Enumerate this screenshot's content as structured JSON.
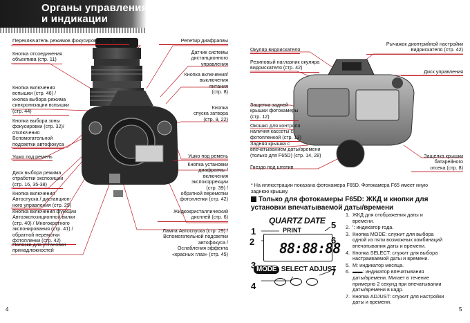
{
  "header": {
    "title": "Органы управления\nи индикации"
  },
  "left_labels": [
    "Переключатель режимов фокусировки (стр. 30-31)",
    "Кнопка отсоединения\nобъектива (стр. 11)",
    "Кнопка включения\nвспышки (стр. 46) /\nкнопка выбора режима\nсинхронизации вспышки\n(стр. 44)",
    "Кнопка выбора зоны\nфокусировки (стр. 32)/\nотключения\nВспомогательной\nподсветки автофокуса",
    "Ушко под ремень",
    "Диск выбора режима\nотработки экспозиции\n(стр. 16, 35-38)",
    "Кнопка включения\nАвтоспуска / дистанцион-\nного управления (стр. 29)",
    "Кнопка включения функции\nАвтоэкспозиционной вилки\n(стр. 40) / Многократного\nэкспонирования (стр. 41) /\nобратной перемотки\nфотопленки (стр. 42)",
    "Полозки для установки\nпринадлежностей"
  ],
  "middle_labels": [
    "Репетир диафрагмы",
    "Датчик системы\nдистанционного\nуправления",
    "Кнопка включения/\nвыключения\nпитания\n(стр. 8)",
    "Кнопка\nспуска затвора\n(стр. 9, 22)",
    "Ушко под ремень",
    "Кнопка установки\nдиафрагмы /\nвключения\nэкспокоррекции\n(стр. 39) /\nобратной перемотки\nфотопленки (стр. 42)",
    "Жидкокристаллический\nдисплей (стр. 6)",
    "Лампа Автоспуска (стр. 29) /\nВспомогательной подсветки\nавтофокуса /\nОслабления эффекта\n«красных глаз» (стр. 45)"
  ],
  "right_labels": [
    "Окуляр видоискателя",
    "Рычажок диоптрийной настройки\nвидоискателя (стр. 42)",
    "Резиновый наглазник окуляра\nвидоискателя (стр. 42)",
    "Диск управления",
    "Защелка задней\nкрышки фотокамеры\n(стр. 12)",
    "Окошко для контроля\nналичия кассеты с\nфотопленкой (стр. 13)",
    "Задняя крышка с\nвпечатыванием даты/времени\n(только для F65D) (стр. 14, 28)",
    "Защелка крышки\nбатарейного\nотсека (стр. 8)",
    "Гнездо под штатив"
  ],
  "note": "* На иллюстрации показана фотокамера F65D. Фотокамера F65 имеет иную\n  заднюю крышку.",
  "section_title": "Только для фотокамеры F65D: ЖКД и кнопки для\nустановки впечатываемой даты/времени",
  "lcd": {
    "title": "QUARTZ DATE",
    "print": "PRINT",
    "digits": "88:88:88",
    "mode": "MODE",
    "select": "SELECT",
    "adjust": "ADJUST",
    "numbers": [
      "1",
      "2",
      "3",
      "4",
      "5",
      "6",
      "7"
    ]
  },
  "list": [
    "ЖКД для отображения даты и\nвремени.",
    "': индикатор года.",
    "Кнопка MODE: служит для выбора\nодной из пяти возможных комбинаций\nвпечатывания даты и времени.",
    "Кнопка SELECT: служит для выбора\nнастраиваемой даты и времени.",
    "M: индикатор месяца.",
    "▬▬: индикатор впечатывания\nдаты/времени. Мигает в течение\nпримерно 2 секунд при впечатывании\nдаты/времени в кадр.",
    "Кнопка ADJUST: служит для настройки\nдаты и времени."
  ],
  "list_numbers": [
    "1.",
    "2.",
    "3.",
    "4.",
    "5.",
    "6.",
    "7."
  ],
  "pages": {
    "left": "4",
    "right": "5"
  },
  "colors": {
    "accent": "#c0202a",
    "header": "#1a1a1a"
  }
}
